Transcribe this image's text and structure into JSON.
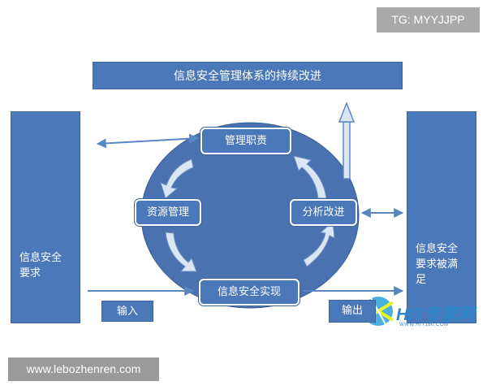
{
  "watermark": {
    "tag": "TG: MYYJJPP",
    "url": "www.lebozhenren.com"
  },
  "diagram": {
    "title": "信息安全管理体系的持续改进",
    "left_column": [
      "信息安全",
      "要求"
    ],
    "right_column": [
      "信息安全",
      "要求被满",
      "足"
    ],
    "cycle_nodes": {
      "top": "管理职责",
      "left": "资源管理",
      "right": "分析改进",
      "bottom": "信息安全实现"
    },
    "input_label": "输入",
    "output_label": "输出"
  },
  "logo": {
    "text": "HIT专家网",
    "subtext": "WWW.HIT180.COM"
  },
  "colors": {
    "box_fill": "#4a78b8",
    "box_border": "#3c659c",
    "circle_fill": "#4a72b0",
    "arrow_light": "#dbe6f4"
  }
}
